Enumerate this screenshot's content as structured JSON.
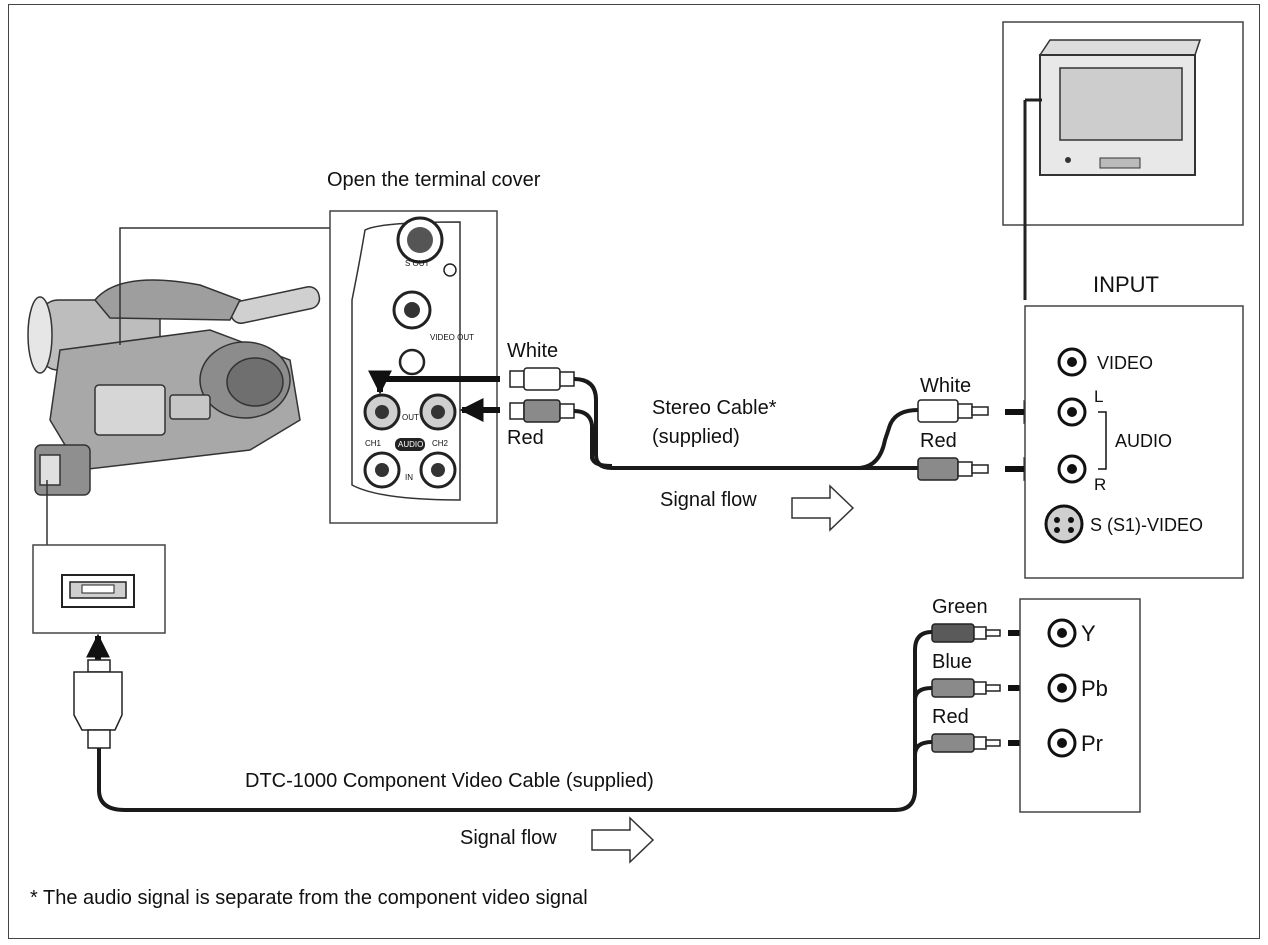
{
  "labels": {
    "open_terminal": "Open the terminal cover",
    "input_heading": "INPUT",
    "white_cam": "White",
    "red_cam": "Red",
    "stereo_cable_1": "Stereo Cable*",
    "stereo_cable_2": "(supplied)",
    "white_tv": "White",
    "red_tv": "Red",
    "signal_flow_audio": "Signal flow",
    "video": "VIDEO",
    "audio_l": "L",
    "audio": "AUDIO",
    "audio_r": "R",
    "s_video": "S (S1)-VIDEO",
    "green": "Green",
    "blue": "Blue",
    "red_comp": "Red",
    "y": "Y",
    "pb": "Pb",
    "pr": "Pr",
    "component_cable": "DTC-1000 Component Video Cable (supplied)",
    "signal_flow_video": "Signal flow",
    "footnote": "* The audio signal is separate from the component video signal"
  },
  "panel_markings": {
    "s_video_out": "S OUT",
    "video_out": "VIDEO OUT",
    "audio_out": "OUT",
    "audio_in": "IN",
    "ch1": "CH1",
    "ch2": "CH2",
    "audio_badge": "AUDIO"
  },
  "colors": {
    "cable": "#1a1a1a",
    "plug_white": "#ffffff",
    "plug_red": "#8a8a8a",
    "plug_green": "#5a5a5a",
    "plug_blue": "#8a8a8a",
    "panel_border": "#444444"
  }
}
